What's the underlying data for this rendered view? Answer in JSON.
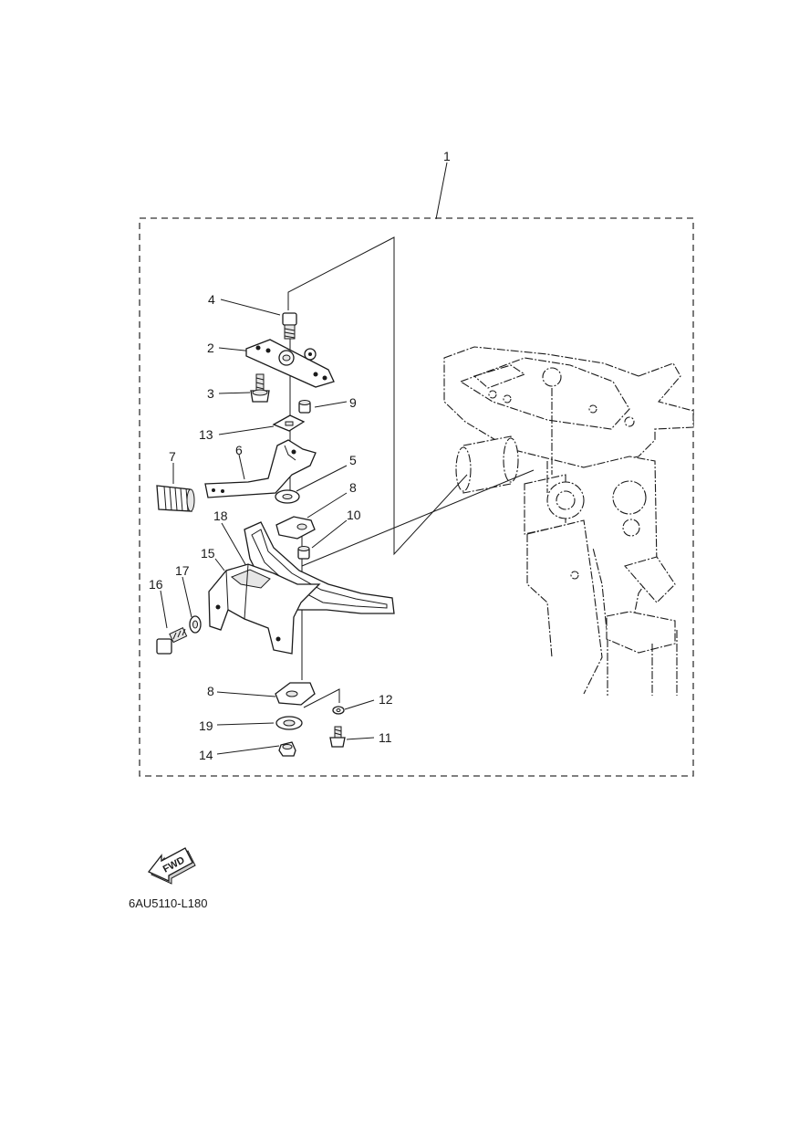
{
  "diagram_code": "6AU5110-L180",
  "fwd_label": "FWD",
  "callouts": [
    {
      "id": "c1",
      "text": "1"
    },
    {
      "id": "c2",
      "text": "2"
    },
    {
      "id": "c3",
      "text": "3"
    },
    {
      "id": "c4",
      "text": "4"
    },
    {
      "id": "c5",
      "text": "5"
    },
    {
      "id": "c6",
      "text": "6"
    },
    {
      "id": "c7",
      "text": "7"
    },
    {
      "id": "c8a",
      "text": "8"
    },
    {
      "id": "c8b",
      "text": "8"
    },
    {
      "id": "c9",
      "text": "9"
    },
    {
      "id": "c10",
      "text": "10"
    },
    {
      "id": "c11",
      "text": "11"
    },
    {
      "id": "c12",
      "text": "12"
    },
    {
      "id": "c13",
      "text": "13"
    },
    {
      "id": "c14",
      "text": "14"
    },
    {
      "id": "c15",
      "text": "15"
    },
    {
      "id": "c16",
      "text": "16"
    },
    {
      "id": "c17",
      "text": "17"
    },
    {
      "id": "c18",
      "text": "18"
    },
    {
      "id": "c19",
      "text": "19"
    }
  ]
}
